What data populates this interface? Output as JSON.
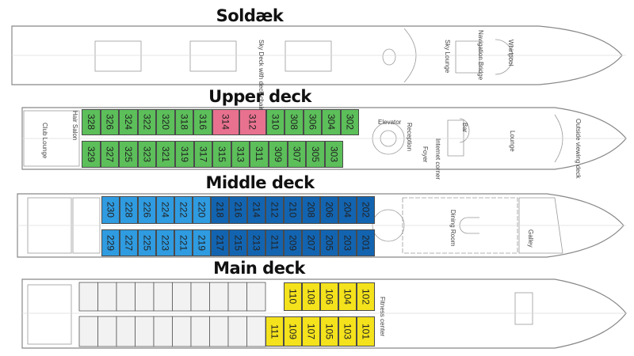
{
  "decks": [
    {
      "id": "sun",
      "title": "Soldæk",
      "labels": [
        "Sky Deck with deck chairs",
        "Sky Lounge",
        "Navigation Bridge",
        "Whirlpool"
      ]
    },
    {
      "id": "upper",
      "title": "Upper deck",
      "labels": [
        "Club Lounge",
        "Hair Salon",
        "Elevator",
        "Reception",
        "Foyer",
        "Internet corner",
        "Bar",
        "Lounge",
        "Outside viewing deck"
      ],
      "top_row": [
        "328",
        "326",
        "324",
        "322",
        "320",
        "318",
        "316",
        "314",
        "312",
        "310",
        "308",
        "306",
        "304",
        "302"
      ],
      "bottom_row": [
        "329",
        "327",
        "325",
        "323",
        "321",
        "319",
        "317",
        "315",
        "313",
        "311",
        "309",
        "307",
        "305",
        "303"
      ],
      "highlight": [
        "314",
        "312"
      ]
    },
    {
      "id": "middle",
      "title": "Middle deck",
      "labels": [
        "Dining Room",
        "Galley"
      ],
      "top_row": [
        "230",
        "228",
        "226",
        "224",
        "222",
        "220",
        "218",
        "216",
        "214",
        "212",
        "210",
        "208",
        "206",
        "204",
        "202"
      ],
      "bottom_row": [
        "229",
        "227",
        "225",
        "223",
        "221",
        "219",
        "217",
        "215",
        "213",
        "211",
        "209",
        "207",
        "205",
        "203",
        "201"
      ],
      "light": [
        "230",
        "228",
        "226",
        "224",
        "222",
        "220",
        "229",
        "227",
        "225",
        "223",
        "221",
        "219"
      ]
    },
    {
      "id": "main",
      "title": "Main deck",
      "labels": [
        "Fitness center"
      ],
      "top_row": [
        "110",
        "108",
        "106",
        "104",
        "102"
      ],
      "bottom_row": [
        "111",
        "109",
        "107",
        "105",
        "103",
        "101"
      ]
    }
  ],
  "colors": {
    "green": "#5cbf5a",
    "pink": "#e8718f",
    "light_blue": "#2f9be0",
    "dark_blue": "#1364b0",
    "yellow": "#f4e21c",
    "outline": "#777777"
  }
}
